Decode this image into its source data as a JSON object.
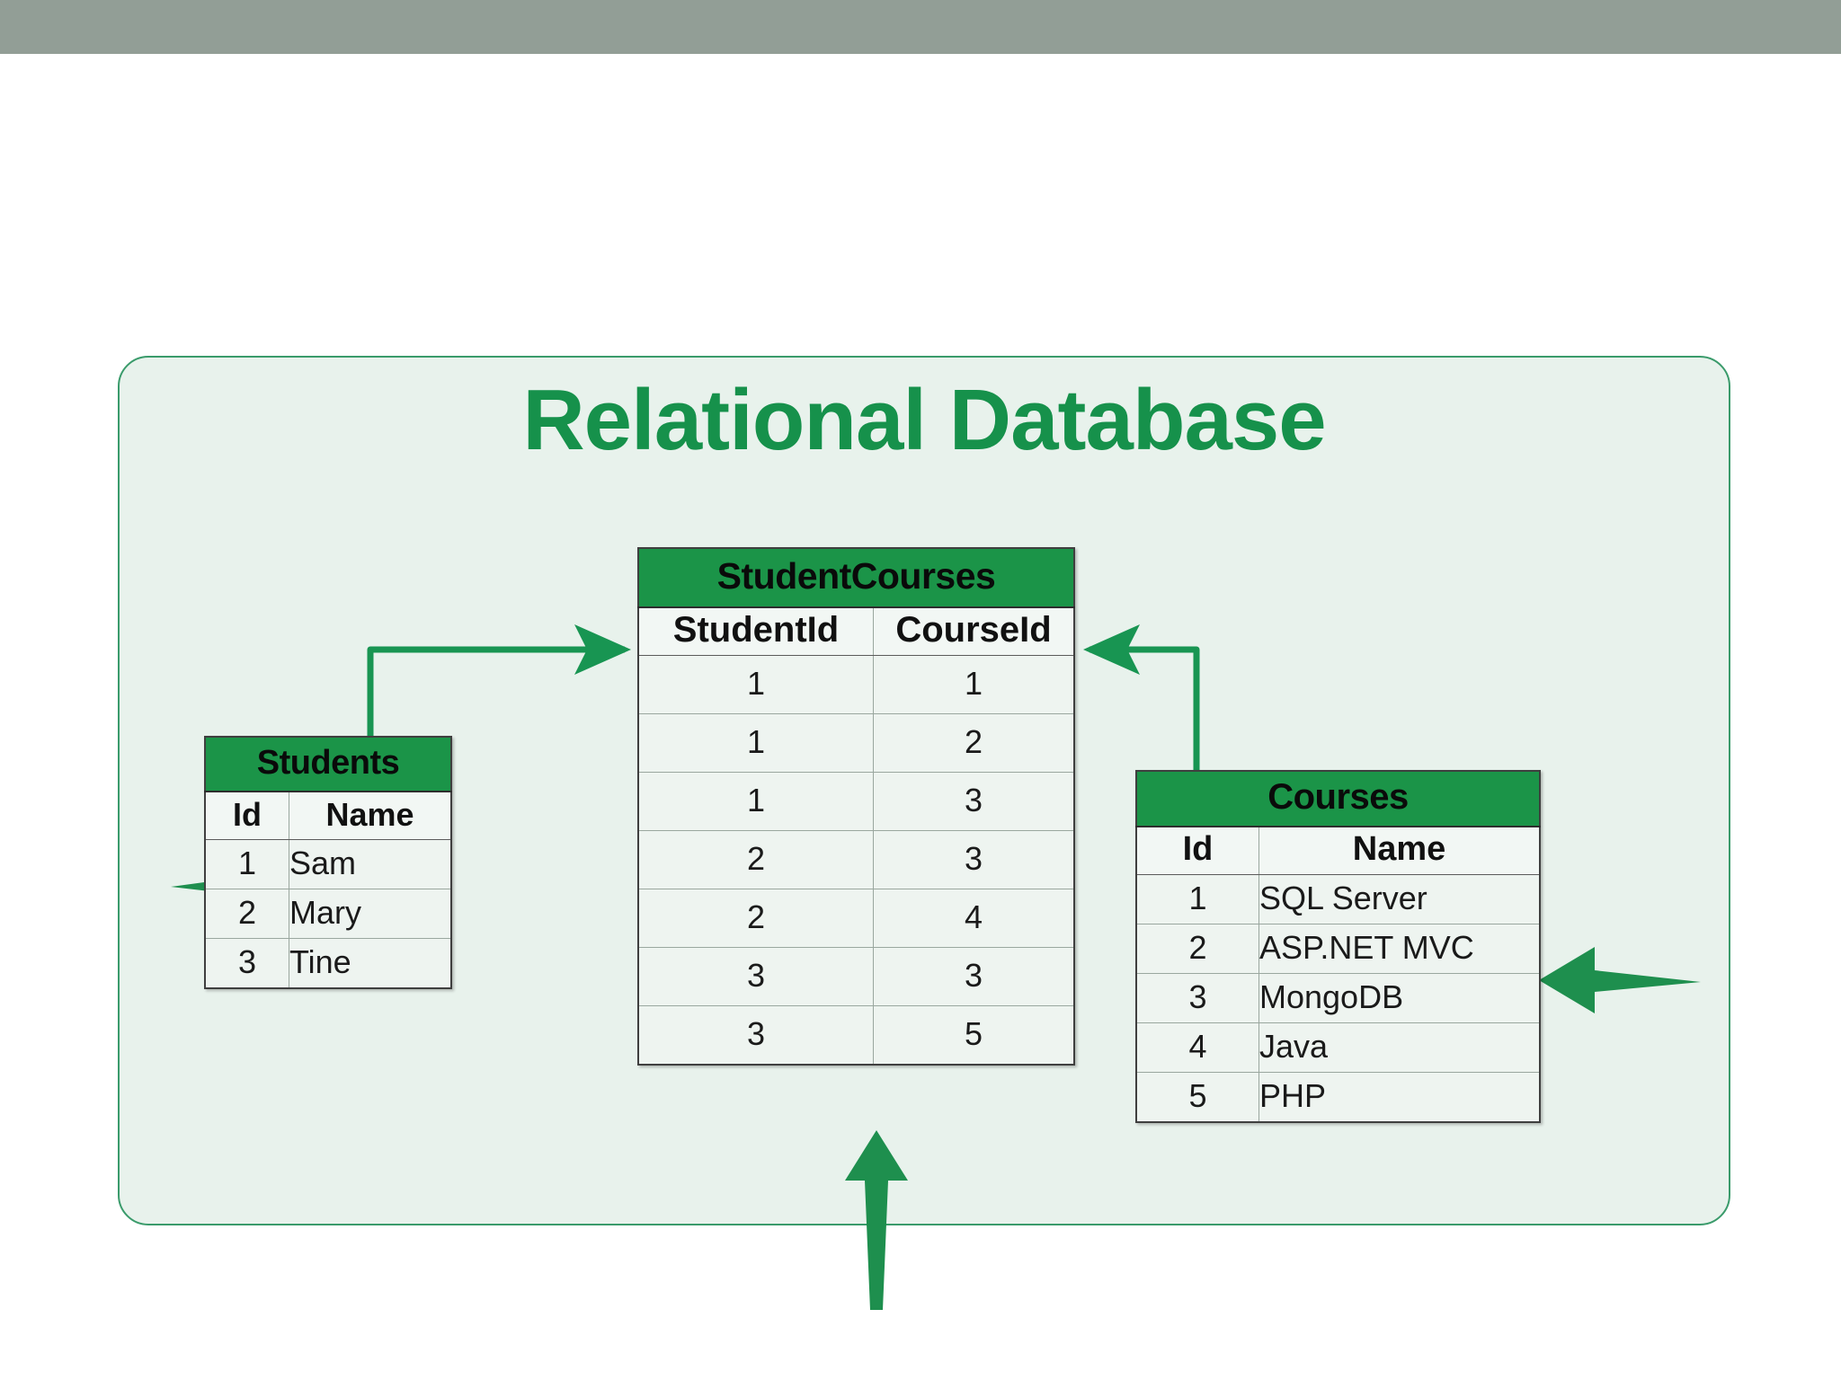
{
  "page": {
    "top_bar_color": "#929e96",
    "panel_background": "#e8f2ec",
    "panel_border_color": "#3a9b6b",
    "accent_green": "#1b9448",
    "title_color": "#16914b",
    "title": "Relational Database"
  },
  "tables": {
    "students": {
      "name": "Students",
      "columns": [
        "Id",
        "Name"
      ],
      "rows": [
        {
          "id": "1",
          "name": "Sam"
        },
        {
          "id": "2",
          "name": "Mary"
        },
        {
          "id": "3",
          "name": "Tine"
        }
      ]
    },
    "student_courses": {
      "name": "StudentCourses",
      "columns": [
        "StudentId",
        "CourseId"
      ],
      "rows": [
        {
          "student_id": "1",
          "course_id": "1"
        },
        {
          "student_id": "1",
          "course_id": "2"
        },
        {
          "student_id": "1",
          "course_id": "3"
        },
        {
          "student_id": "2",
          "course_id": "3"
        },
        {
          "student_id": "2",
          "course_id": "4"
        },
        {
          "student_id": "3",
          "course_id": "3"
        },
        {
          "student_id": "3",
          "course_id": "5"
        }
      ]
    },
    "courses": {
      "name": "Courses",
      "columns": [
        "Id",
        "Name"
      ],
      "rows": [
        {
          "id": "1",
          "name": "SQL Server"
        },
        {
          "id": "2",
          "name": "ASP.NET MVC"
        },
        {
          "id": "3",
          "name": "MongoDB"
        },
        {
          "id": "4",
          "name": "Java"
        },
        {
          "id": "5",
          "name": "PHP"
        }
      ]
    }
  },
  "connectors": {
    "students_to_studentid": "elbow-arrow-right",
    "courses_to_courseid": "elbow-arrow-left",
    "pointer_left": "block-arrow-right",
    "pointer_right": "block-arrow-left",
    "pointer_bottom": "block-arrow-up"
  }
}
